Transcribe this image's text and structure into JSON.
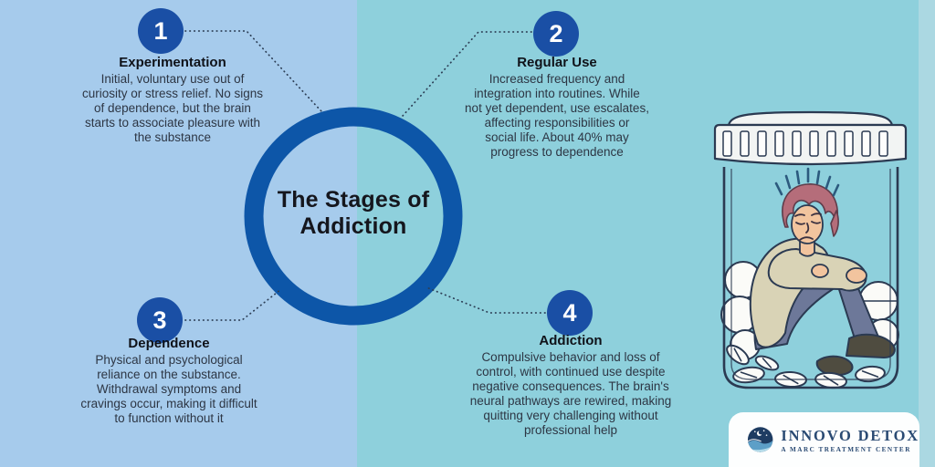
{
  "page": {
    "bg_left_color": "#a6cbec",
    "bg_right_color": "#8ed0dc",
    "bg_strip_color": "#abd8e2",
    "ring_color": "#0d56a8",
    "badge_color": "#1a4fa5"
  },
  "center": {
    "title": "The Stages of\nAddiction"
  },
  "stages": [
    {
      "number": "1",
      "title": "Experimentation",
      "desc": "Initial, voluntary use out of\ncuriosity or stress relief. No signs\nof dependence, but the brain\nstarts to associate pleasure with\nthe substance"
    },
    {
      "number": "2",
      "title": "Regular Use",
      "desc": "Increased frequency and\nintegration into routines. While\nnot yet dependent, use escalates,\naffecting responsibilities or\nsocial life. About 40% may\nprogress to dependence"
    },
    {
      "number": "3",
      "title": "Dependence",
      "desc": "Physical and psychological\nreliance on the substance.\nWithdrawal symptoms and\ncravings occur, making it difficult\nto function without it"
    },
    {
      "number": "4",
      "title": "Addiction",
      "desc": "Compulsive behavior and loss of\ncontrol, with continued use despite\nnegative consequences. The brain's\nneural pathways are rewired, making\nquitting very challenging without\nprofessional help"
    }
  ],
  "brand": {
    "name": "INNOVO DETOX",
    "tagline": "A MARC TREATMENT CENTER"
  },
  "illustration": {
    "alt": "sad person hugging knees inside a pill jar full of pills"
  }
}
